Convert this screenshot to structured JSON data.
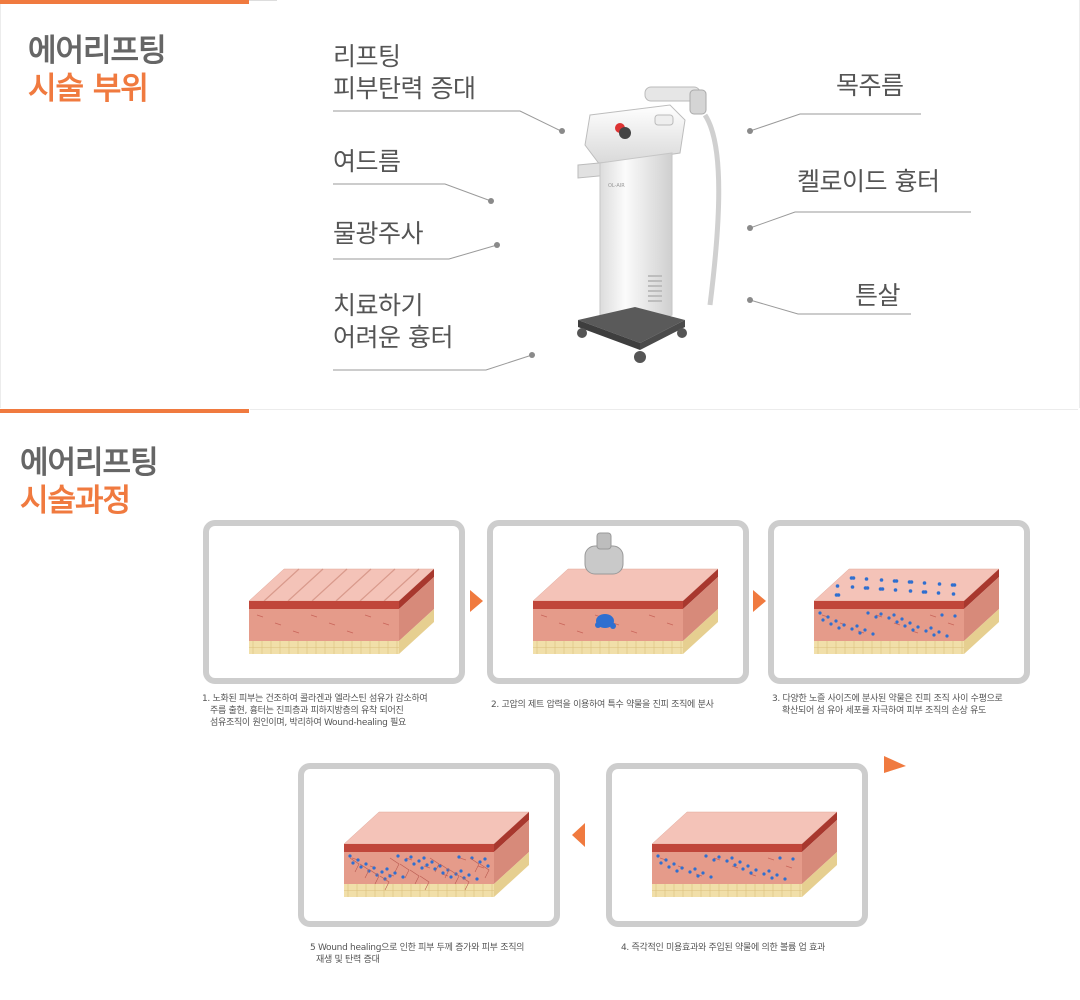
{
  "section1": {
    "title_line1": "에어리프팅",
    "title_line2": "시술 부위",
    "labels_left": [
      {
        "line1": "리프팅",
        "line2": "피부탄력 증대"
      },
      {
        "line1": "여드름",
        "line2": ""
      },
      {
        "line1": "물광주사",
        "line2": ""
      },
      {
        "line1": "치료하기",
        "line2": "어려운 흉터"
      }
    ],
    "labels_right": [
      "목주름",
      "켈로이드 흉터",
      "튼살"
    ],
    "device_brand": "OL-AIR"
  },
  "section2": {
    "title_line1": "에어리프팅",
    "title_line2": "시술과정",
    "steps": [
      {
        "line1": "1. 노화된 피부는 건조하여 콜라겐과 엘라스틴 섬유가 감소하여",
        "line2": "주름 출현, 흉터는 진피층과 피하지방층의 유착 되어진",
        "line3": "섬유조직이 원인이며, 박리하여 Wound-healing 필요"
      },
      {
        "line1": "2. 고압의 제트 압력을 이용하여 특수 약물을 진피 조직에 분사",
        "line2": "",
        "line3": ""
      },
      {
        "line1": "3. 다양한 노즐 사이즈에 분사된 약물은 진피 조직 사이 수평으로",
        "line2": "확산되어 섬 유아 세포를 자극하여 피부 조직의 손상 유도",
        "line3": ""
      },
      {
        "line1": "4. 즉각적인 미용효과와 주입된 약물에 의한 볼륨 업 효과",
        "line2": "",
        "line3": ""
      },
      {
        "line1": "5 Wound healing으로 인한 피부 두께 증가와 피부 조직의",
        "line2": "재생 및 탄력 증대",
        "line3": ""
      }
    ]
  },
  "colors": {
    "accent": "#f07a3f",
    "skin_top": "#f4c3b8",
    "skin_mid": "#e59b8a",
    "dermis_red": "#c0463a",
    "fat": "#f1dfa9",
    "dot_blue": "#2f6fd0"
  }
}
